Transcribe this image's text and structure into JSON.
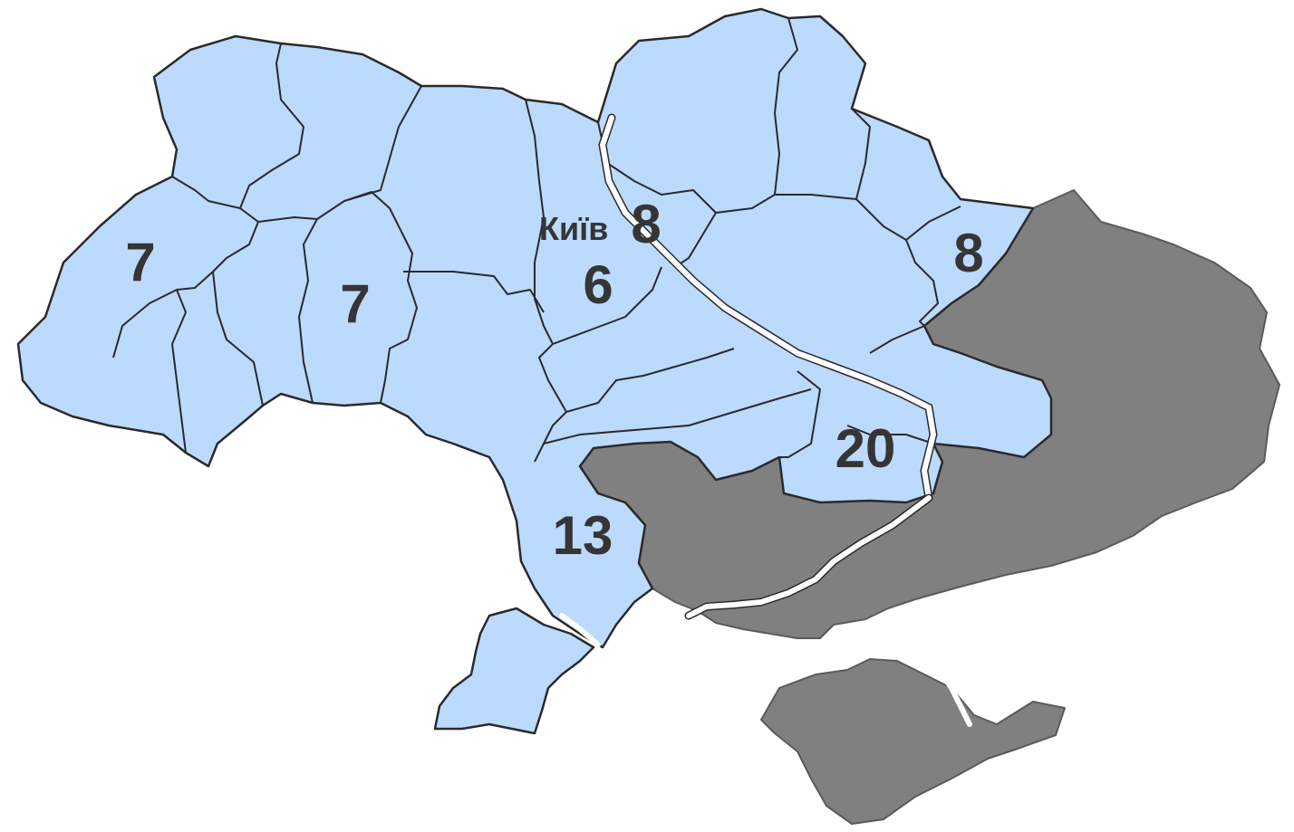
{
  "map": {
    "colors": {
      "free_territory": "#bcdafd",
      "occupied_territory": "#808080",
      "borders": "#2a2a2a",
      "labels": "#353535"
    },
    "city_label": "Київ",
    "region_values": {
      "west": "7",
      "khmelnytskyi": "7",
      "kyiv_city": "6",
      "chernihiv": "8",
      "kharkiv": "8",
      "zaporizhzhia": "20",
      "mykolaiv": "13"
    }
  }
}
